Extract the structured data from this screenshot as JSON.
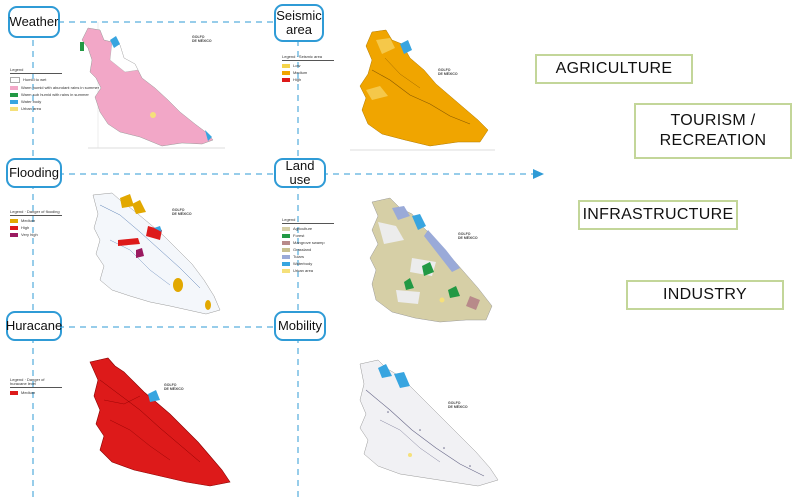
{
  "labels": {
    "weather": "Weather",
    "seismic": "Seismic area",
    "flooding": "Flooding",
    "land_use": "Land use",
    "huracane": "Huracane",
    "mobility": "Mobility"
  },
  "sectors": {
    "agriculture": "AGRICULTURE",
    "tourism_line1": "TOURISM /",
    "tourism_line2": "RECREATION",
    "infrastructure": "INFRASTRUCTURE",
    "industry": "INDUSTRY"
  },
  "maps": {
    "gulf_label_1": "GOLFO",
    "gulf_label_2": "DE MÉXICO"
  },
  "legends": {
    "weather": {
      "title": "Legend",
      "items": [
        "Humid to wet",
        "Warm humid with abundant rains in summer",
        "Warm sub humid with rains in summer",
        "Water body",
        "Urban area"
      ]
    },
    "seismic": {
      "title": "Legend · Seismic area",
      "items": [
        "Low",
        "Medium",
        "High"
      ]
    },
    "flooding": {
      "title": "Legend · Danger of flooding",
      "items": [
        "Medium",
        "High",
        "Very high"
      ]
    },
    "land_use": {
      "title": "Legend",
      "items": [
        "Agriculture",
        "Forest",
        "Mangrove swamp",
        "Grassland",
        "Tulars",
        "Waterbody",
        "Urban area"
      ]
    },
    "huracane": {
      "title": "Legend · Danger of huracane level",
      "items": [
        "Medium"
      ]
    }
  },
  "colors": {
    "label_border": "#2f9bd6",
    "sector_border": "#c3d699",
    "dashed_line": "#2f9bd6",
    "weather_pink": "#f2a7c7",
    "seismic_orange": "#f0a500",
    "huracane_red": "#dd1a1a",
    "water_blue": "#38a5e0"
  }
}
